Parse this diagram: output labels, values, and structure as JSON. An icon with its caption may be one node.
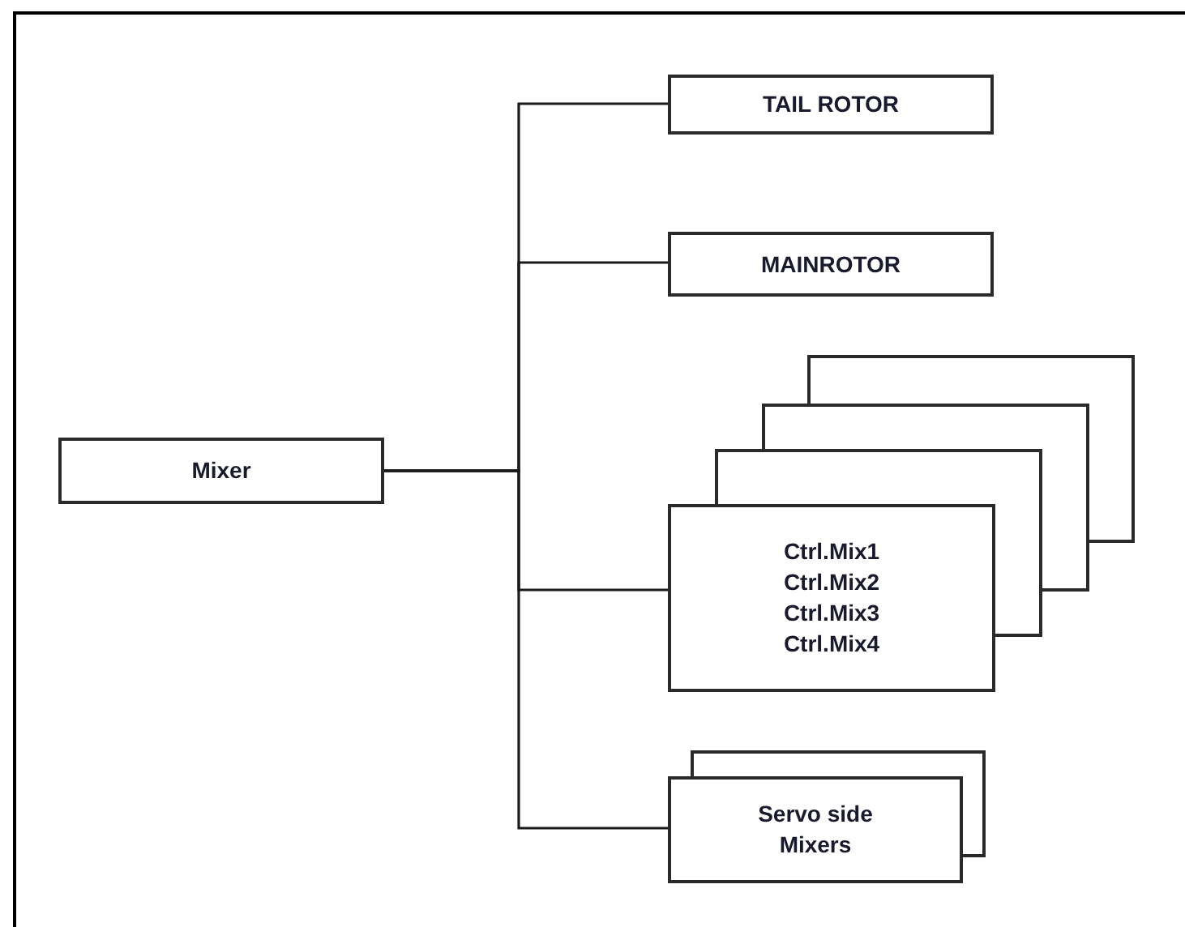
{
  "diagram": {
    "nodes": [
      {
        "text": [
          "Mixer"
        ]
      },
      {
        "text": [
          "TAIL ROTOR"
        ]
      },
      {
        "text": [
          "MAINROTOR"
        ]
      },
      {
        "text": [
          "Ctrl.Mix1",
          "Ctrl.Mix2",
          "Ctrl.Mix3",
          "Ctrl.Mix4"
        ]
      },
      {
        "text": [
          "Servo side Mixers"
        ]
      }
    ],
    "edges": [
      {
        "from": 0,
        "to": 1,
        "arrow": "none"
      },
      {
        "from": 0,
        "to": 2,
        "arrow": "none"
      },
      {
        "from": 0,
        "to": 3,
        "arrow": "none"
      },
      {
        "from": 0,
        "to": 4,
        "arrow": "none"
      }
    ]
  }
}
